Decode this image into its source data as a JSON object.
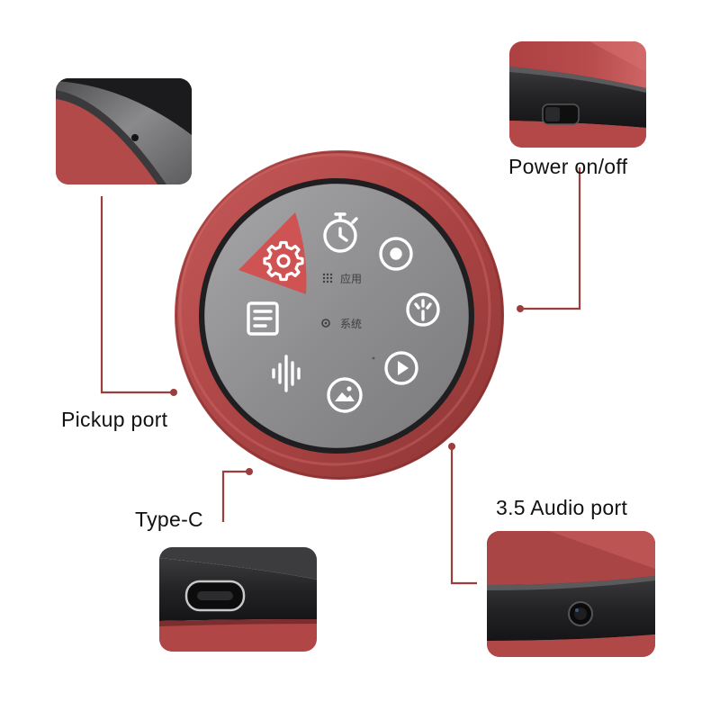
{
  "colors": {
    "accent": "#a84848",
    "device_body": "#b4494a",
    "bezel": "#1f1f21",
    "screen": "#8e8e90",
    "callout_line": "#9c3d3e",
    "selected_tile": "#cf5353",
    "icon_white": "#ffffff"
  },
  "labels": {
    "pickup_port": "Pickup port",
    "power": "Power on/off",
    "typec": "Type-C",
    "audio": "3.5 Audio port"
  },
  "screen_menu": {
    "apps_label": "应用",
    "system_label": "系统",
    "selected_item": "settings",
    "items": [
      {
        "name": "settings",
        "icon": "gear-icon"
      },
      {
        "name": "timer",
        "icon": "stopwatch-icon"
      },
      {
        "name": "music-disc",
        "icon": "disc-icon"
      },
      {
        "name": "meter",
        "icon": "gauge-icon"
      },
      {
        "name": "play",
        "icon": "play-icon"
      },
      {
        "name": "gallery",
        "icon": "image-icon"
      },
      {
        "name": "voice",
        "icon": "waveform-icon"
      },
      {
        "name": "notes",
        "icon": "document-icon"
      }
    ]
  }
}
